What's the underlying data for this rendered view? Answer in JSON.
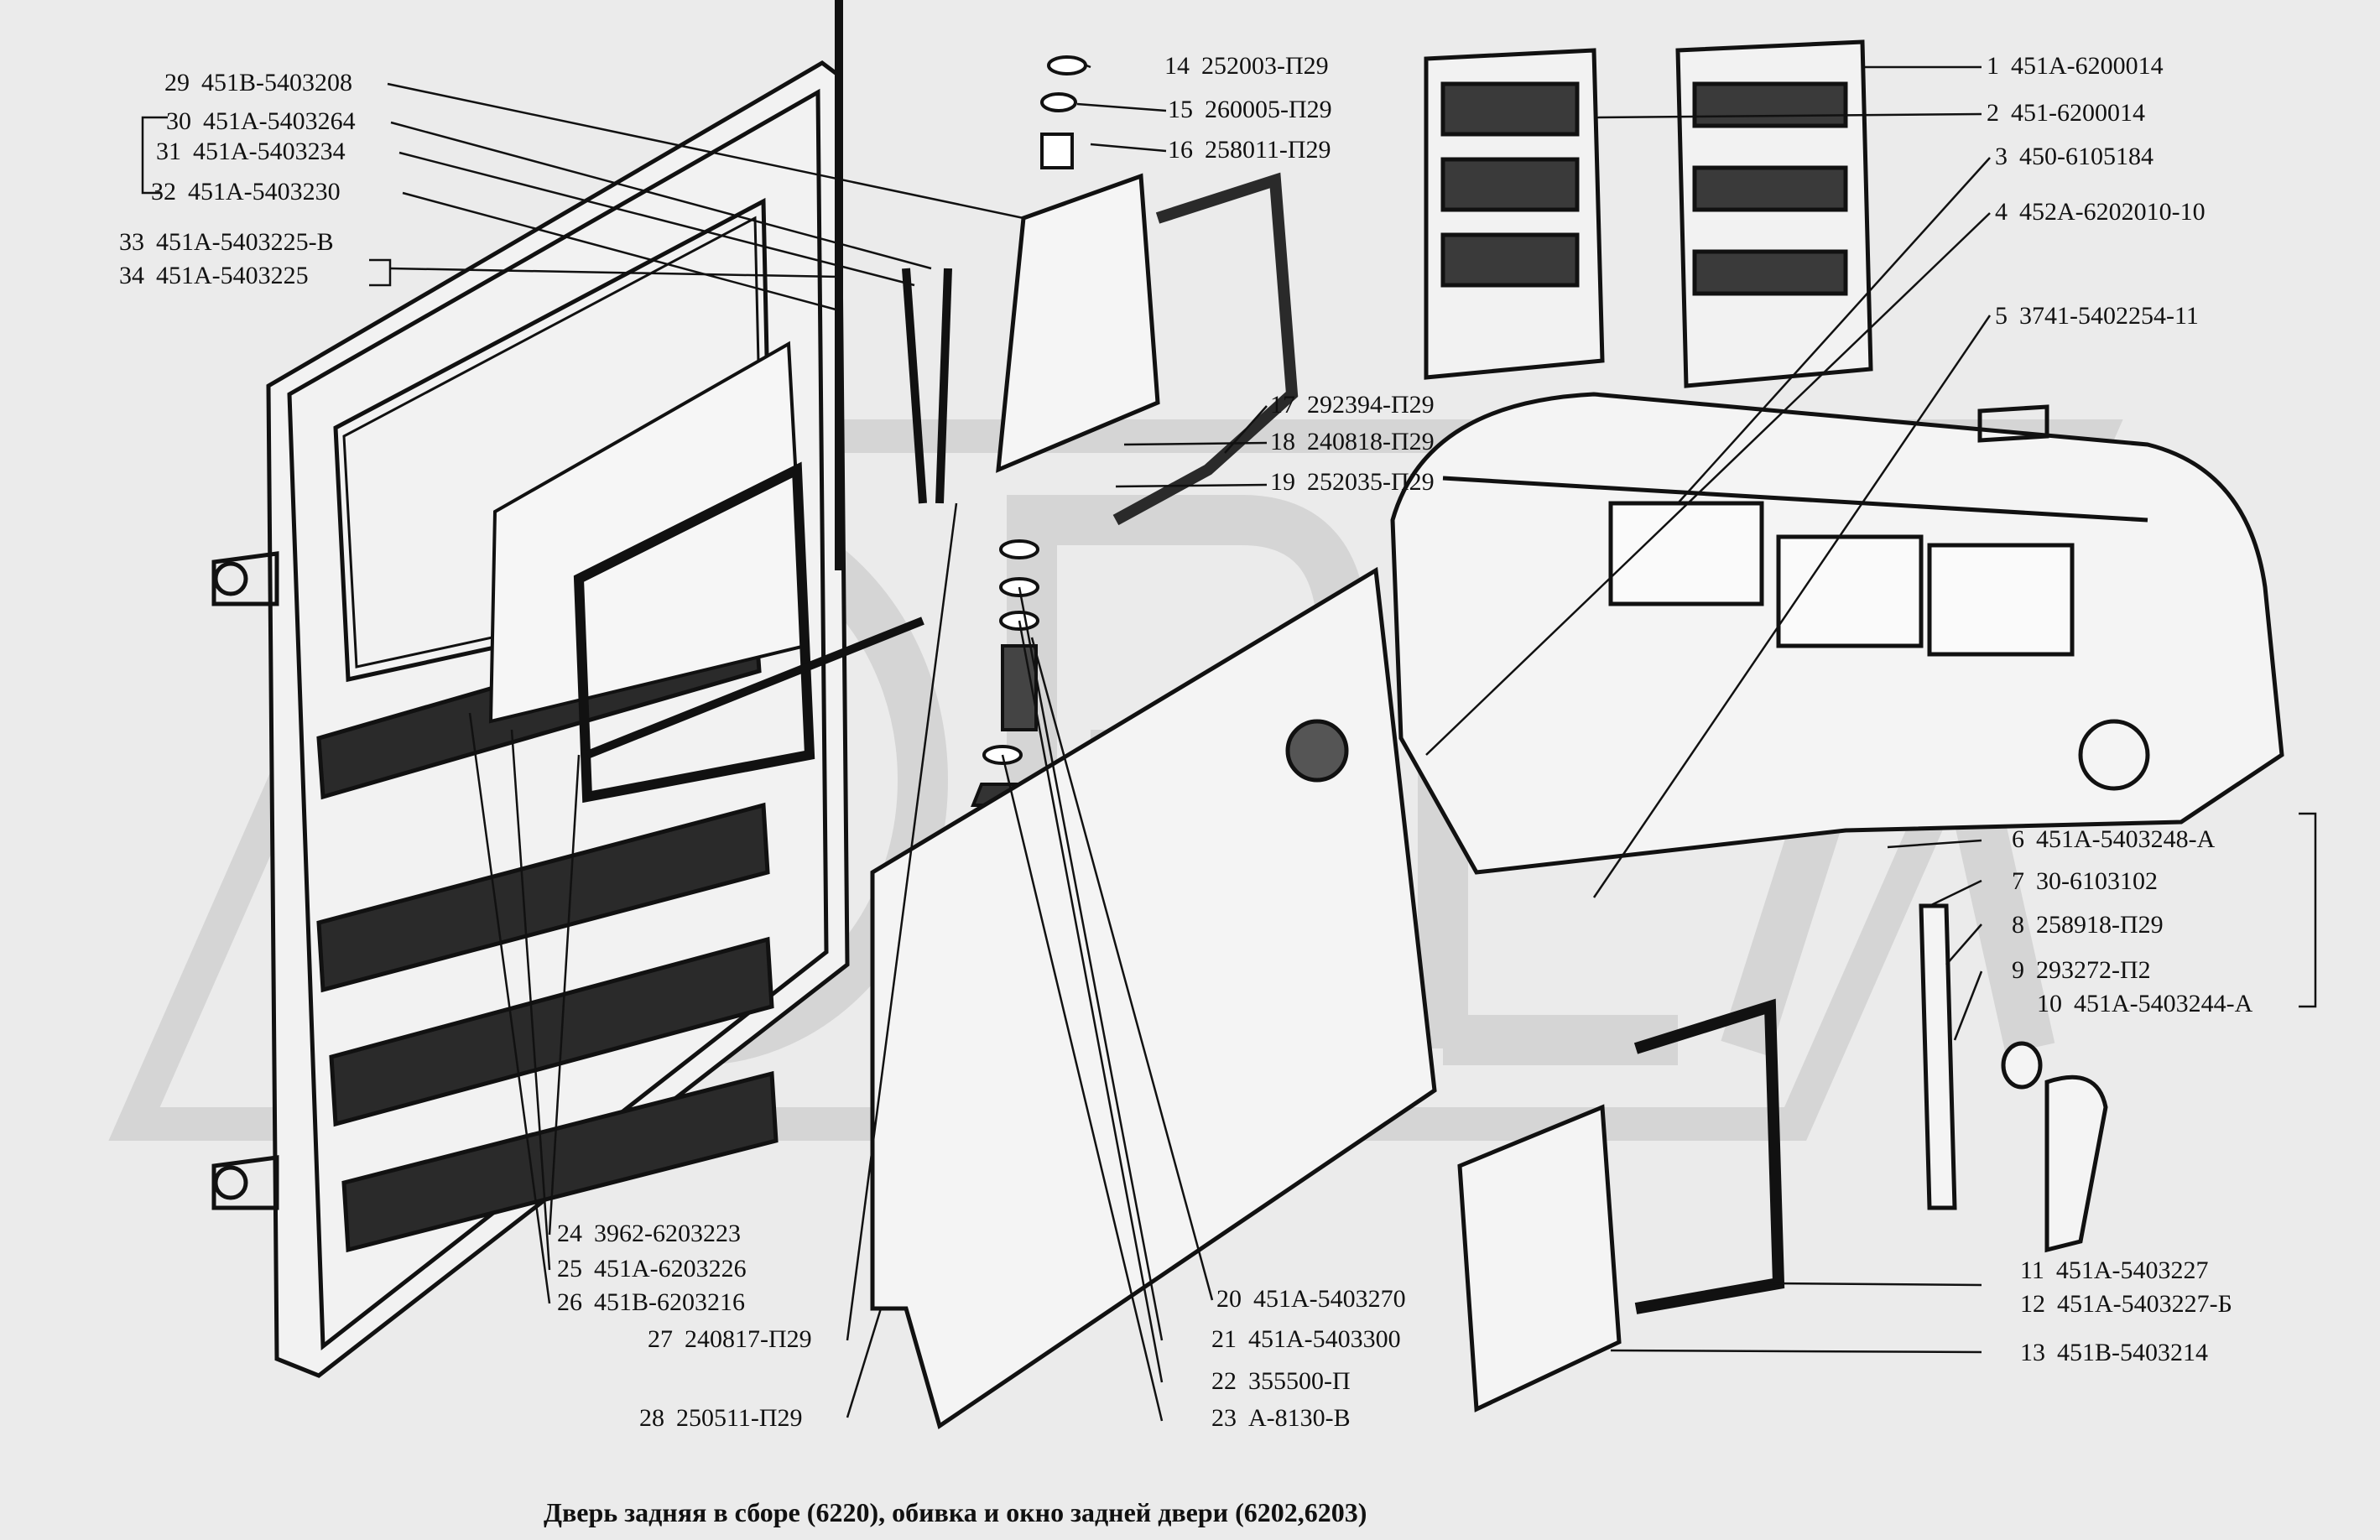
{
  "caption": "Дверь задняя в сборе (6220), обивка и окно задней двери (6202,6203)",
  "watermark_text": "ОРЕЛ",
  "callouts": [
    {
      "num": "1",
      "code": "451А-6200014"
    },
    {
      "num": "2",
      "code": "451-6200014"
    },
    {
      "num": "3",
      "code": "450-6105184"
    },
    {
      "num": "4",
      "code": "452А-6202010-10"
    },
    {
      "num": "5",
      "code": "3741-5402254-11"
    },
    {
      "num": "6",
      "code": "451А-5403248-А"
    },
    {
      "num": "7",
      "code": "30-6103102"
    },
    {
      "num": "8",
      "code": "258918-П29"
    },
    {
      "num": "9",
      "code": "293272-П2"
    },
    {
      "num": "10",
      "code": "451А-5403244-А"
    },
    {
      "num": "11",
      "code": "451А-5403227"
    },
    {
      "num": "12",
      "code": "451А-5403227-Б"
    },
    {
      "num": "13",
      "code": "451В-5403214"
    },
    {
      "num": "14",
      "code": "252003-П29"
    },
    {
      "num": "15",
      "code": "260005-П29"
    },
    {
      "num": "16",
      "code": "258011-П29"
    },
    {
      "num": "17",
      "code": "292394-П29"
    },
    {
      "num": "18",
      "code": "240818-П29"
    },
    {
      "num": "19",
      "code": "252035-П29"
    },
    {
      "num": "20",
      "code": "451А-5403270"
    },
    {
      "num": "21",
      "code": "451А-5403300"
    },
    {
      "num": "22",
      "code": "355500-П"
    },
    {
      "num": "23",
      "code": "А-8130-В"
    },
    {
      "num": "24",
      "code": "3962-6203223"
    },
    {
      "num": "25",
      "code": "451А-6203226"
    },
    {
      "num": "26",
      "code": "451В-6203216"
    },
    {
      "num": "27",
      "code": "240817-П29"
    },
    {
      "num": "28",
      "code": "250511-П29"
    },
    {
      "num": "29",
      "code": "451В-5403208"
    },
    {
      "num": "30",
      "code": "451А-5403264"
    },
    {
      "num": "31",
      "code": "451А-5403234"
    },
    {
      "num": "32",
      "code": "451А-5403230"
    },
    {
      "num": "33",
      "code": "451А-5403225-В"
    },
    {
      "num": "34",
      "code": "451А-5403225"
    }
  ]
}
